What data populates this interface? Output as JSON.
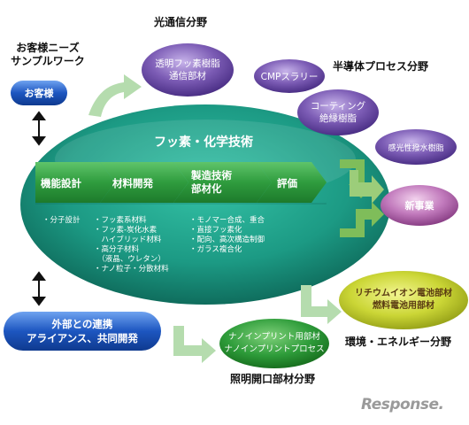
{
  "customer_needs": {
    "line1": "お客様ニーズ",
    "line2": "サンプルワーク"
  },
  "customer_button": "お客様",
  "partnership": {
    "line1": "外部との連携",
    "line2": "アライアンス、共同開発"
  },
  "core": {
    "title": "フッ素・化学技術"
  },
  "steps": [
    {
      "label": "機能設計",
      "items": "・分子設計"
    },
    {
      "label": "材料開発",
      "items": "・フッ素系材料\n・フッ素-炭化水素\n　ハイブリッド材料\n・高分子材料\n　（液晶、ウレタン）\n・ナノ粒子・分散材料"
    },
    {
      "label1": "製造技術",
      "label2": "部材化",
      "items": "・モノマー合成、重合\n・直接フッ素化\n・配向、高次構造制御\n・ガラス複合化"
    },
    {
      "label": "評価",
      "items": ""
    }
  ],
  "fields": {
    "optical": {
      "title": "光通信分野",
      "line1": "透明フッ素樹脂",
      "line2": "通信部材"
    },
    "semiconductor": {
      "title": "半導体プロセス分野",
      "cmp": "CMPスラリー",
      "coating1": "コーティング",
      "coating2": "絶縁樹脂",
      "photo": "感光性撥水樹脂"
    },
    "new_business": "新事業",
    "energy": {
      "title": "環境・エネルギー分野",
      "line1": "リチウムイオン電池部材",
      "line2": "燃料電池用部材"
    },
    "lighting": {
      "title": "照明開口部材分野",
      "line1": "ナノインプリント用部材",
      "line2": "ナノインプリントプロセス"
    }
  },
  "watermark": "Response.",
  "colors": {
    "teal": "#1f9b86",
    "purple": "#6a4ca3",
    "blue": "#1e54b8",
    "green_arrow": "#a7d4a0",
    "lime": "#c9d630"
  }
}
